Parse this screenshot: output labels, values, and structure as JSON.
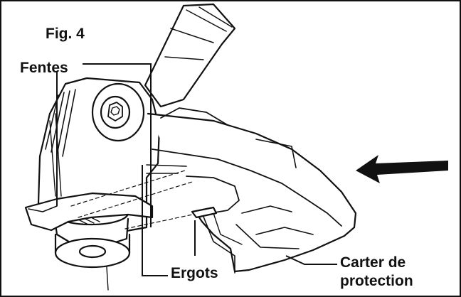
{
  "figure": {
    "title": "Fig. 4",
    "labels": {
      "slots": "Fentes",
      "lugs": "Ergots",
      "guard_line1": "Carter de",
      "guard_line2": "protection"
    }
  },
  "colors": {
    "ink": "#111111",
    "background": "#ffffff"
  }
}
